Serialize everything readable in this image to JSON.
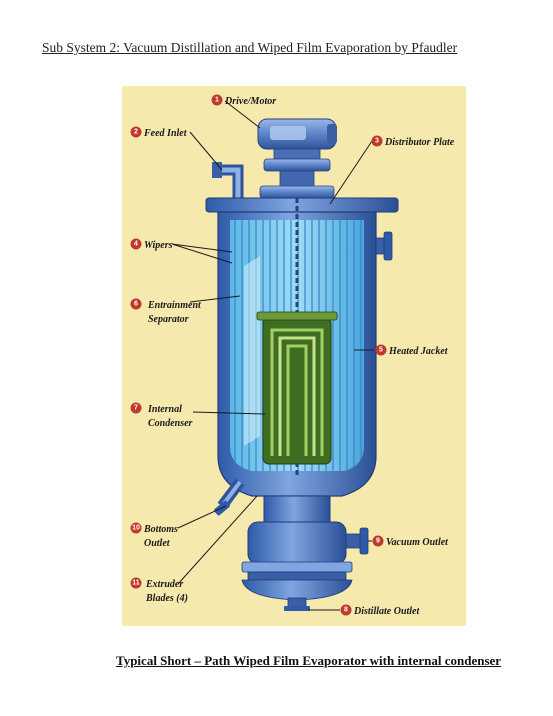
{
  "page": {
    "heading": "Sub System 2: Vacuum Distillation and Wiped Film Evaporation by Pfaudler",
    "caption": "Typical Short – Path Wiped Film Evaporator with internal condenser"
  },
  "diagram": {
    "colors": {
      "background": "#f6e9ad",
      "badge": "#c0392b",
      "shell_blue": "#3f72c4",
      "interior_blue": "#6ec3ea",
      "condenser_green": "#5f8f32"
    },
    "callouts": [
      {
        "number": "1",
        "line1": "Drive/Motor",
        "line2": ""
      },
      {
        "number": "2",
        "line1": "Feed Inlet",
        "line2": ""
      },
      {
        "number": "3",
        "line1": "Distributor Plate",
        "line2": ""
      },
      {
        "number": "4",
        "line1": "Wipers",
        "line2": ""
      },
      {
        "number": "6",
        "line1": "Entrainment",
        "line2": "Separator"
      },
      {
        "number": "5",
        "line1": "Heated Jacket",
        "line2": ""
      },
      {
        "number": "7",
        "line1": "Internal",
        "line2": "Condenser"
      },
      {
        "number": "10",
        "line1": "Bottoms",
        "line2": "Outlet"
      },
      {
        "number": "9",
        "line1": "Vacuum Outlet",
        "line2": ""
      },
      {
        "number": "11",
        "line1": "Extruder",
        "line2": "Blades (4)"
      },
      {
        "number": "8",
        "line1": "Distillate Outlet",
        "line2": ""
      }
    ]
  }
}
